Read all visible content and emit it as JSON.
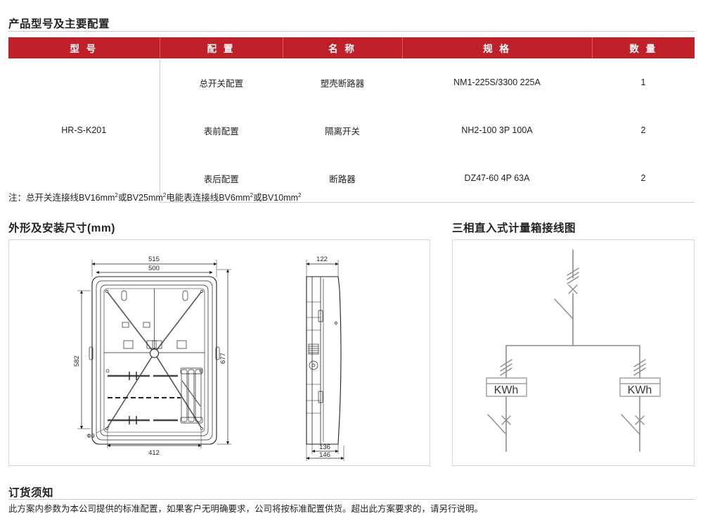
{
  "sections": {
    "config_title": "产品型号及主要配置",
    "dimensions_title": "外形及安装尺寸(mm)",
    "wiring_title": "三相直入式计量箱接线图",
    "order_title": "订货须知"
  },
  "table": {
    "headers": [
      "型 号",
      "配 置",
      "名 称",
      "规 格",
      "数 量"
    ],
    "model": "HR-S-K201",
    "rows": [
      {
        "config": "总开关配置",
        "name": "塑壳断路器",
        "spec": "NM1-225S/3300 225A",
        "qty": "1"
      },
      {
        "config": "表前配置",
        "name": "隔离开关",
        "spec": "NH2-100 3P 100A",
        "qty": "2"
      },
      {
        "config": "表后配置",
        "name": "断路器",
        "spec": "DZ47-60 4P 63A",
        "qty": "2"
      }
    ],
    "header_bg": "#c0202a",
    "header_color": "#ffffff"
  },
  "note": {
    "prefix": "注：总开关连接线BV16mm",
    "sup1": "2",
    "mid1": "或BV25mm",
    "sup2": "2",
    "mid2": "电能表连接线BV6mm",
    "sup3": "2",
    "mid3": "或BV10mm",
    "sup4": "2"
  },
  "dimensions": {
    "front_width_outer": "515",
    "front_width_inner": "500",
    "front_height_left": "582",
    "front_height_right": "677",
    "front_mount_width": "412",
    "hole_label": "Φ9",
    "side_depth_top": "122",
    "side_depth_inner": "136",
    "side_depth_outer": "146"
  },
  "wiring": {
    "meter_label_left": "KWh",
    "meter_label_right": "KWh",
    "line_color": "#808080"
  },
  "order": {
    "body": "此方案内参数为本公司提供的标准配置，如果客户无明确要求，公司将按标准配置供货。超出此方案要求的，请另行说明。"
  }
}
